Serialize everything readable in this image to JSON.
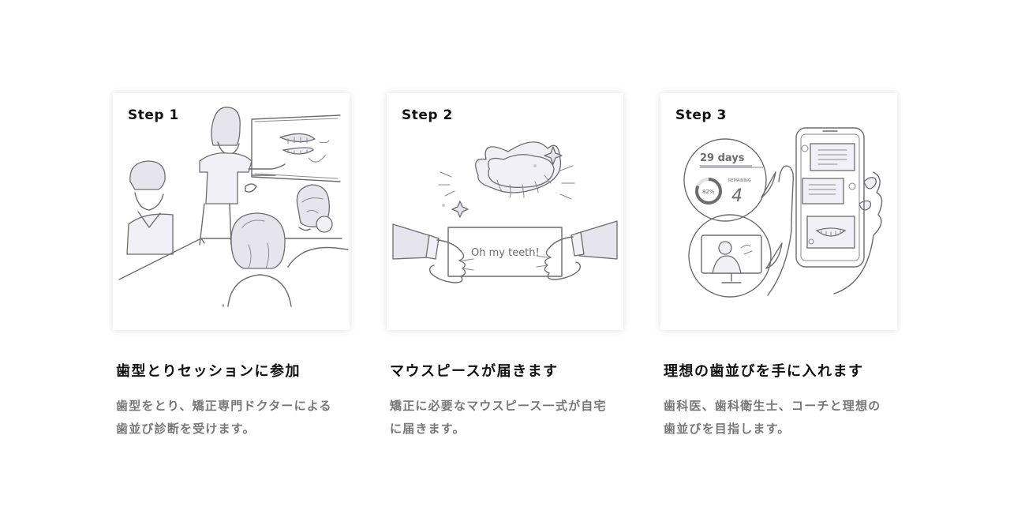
{
  "steps": [
    {
      "label": "Step 1",
      "title": "歯型とりセッションに参加",
      "description_lines": [
        "歯型をとり、矯正専門ドクターによる",
        "歯並び診断を受けます。"
      ],
      "illustration": "session-illustration"
    },
    {
      "label": "Step 2",
      "title": "マウスピースが届きます",
      "description_lines": [
        "矯正に必要なマウスピース一式が自宅",
        "に届きます。"
      ],
      "illustration": "delivery-illustration",
      "box_text": "Oh my teeth!"
    },
    {
      "label": "Step 3",
      "title": "理想の歯並びを手に入れます",
      "description_lines": [
        "歯科医、歯科衛生士、コーチと理想の",
        "歯並びを目指します。"
      ],
      "illustration": "app-illustration",
      "app": {
        "days": "29 days",
        "percent": "82%",
        "remaining_label": "REMAINING",
        "remaining_value": "4",
        "progress_fraction": 0.82
      }
    }
  ]
}
